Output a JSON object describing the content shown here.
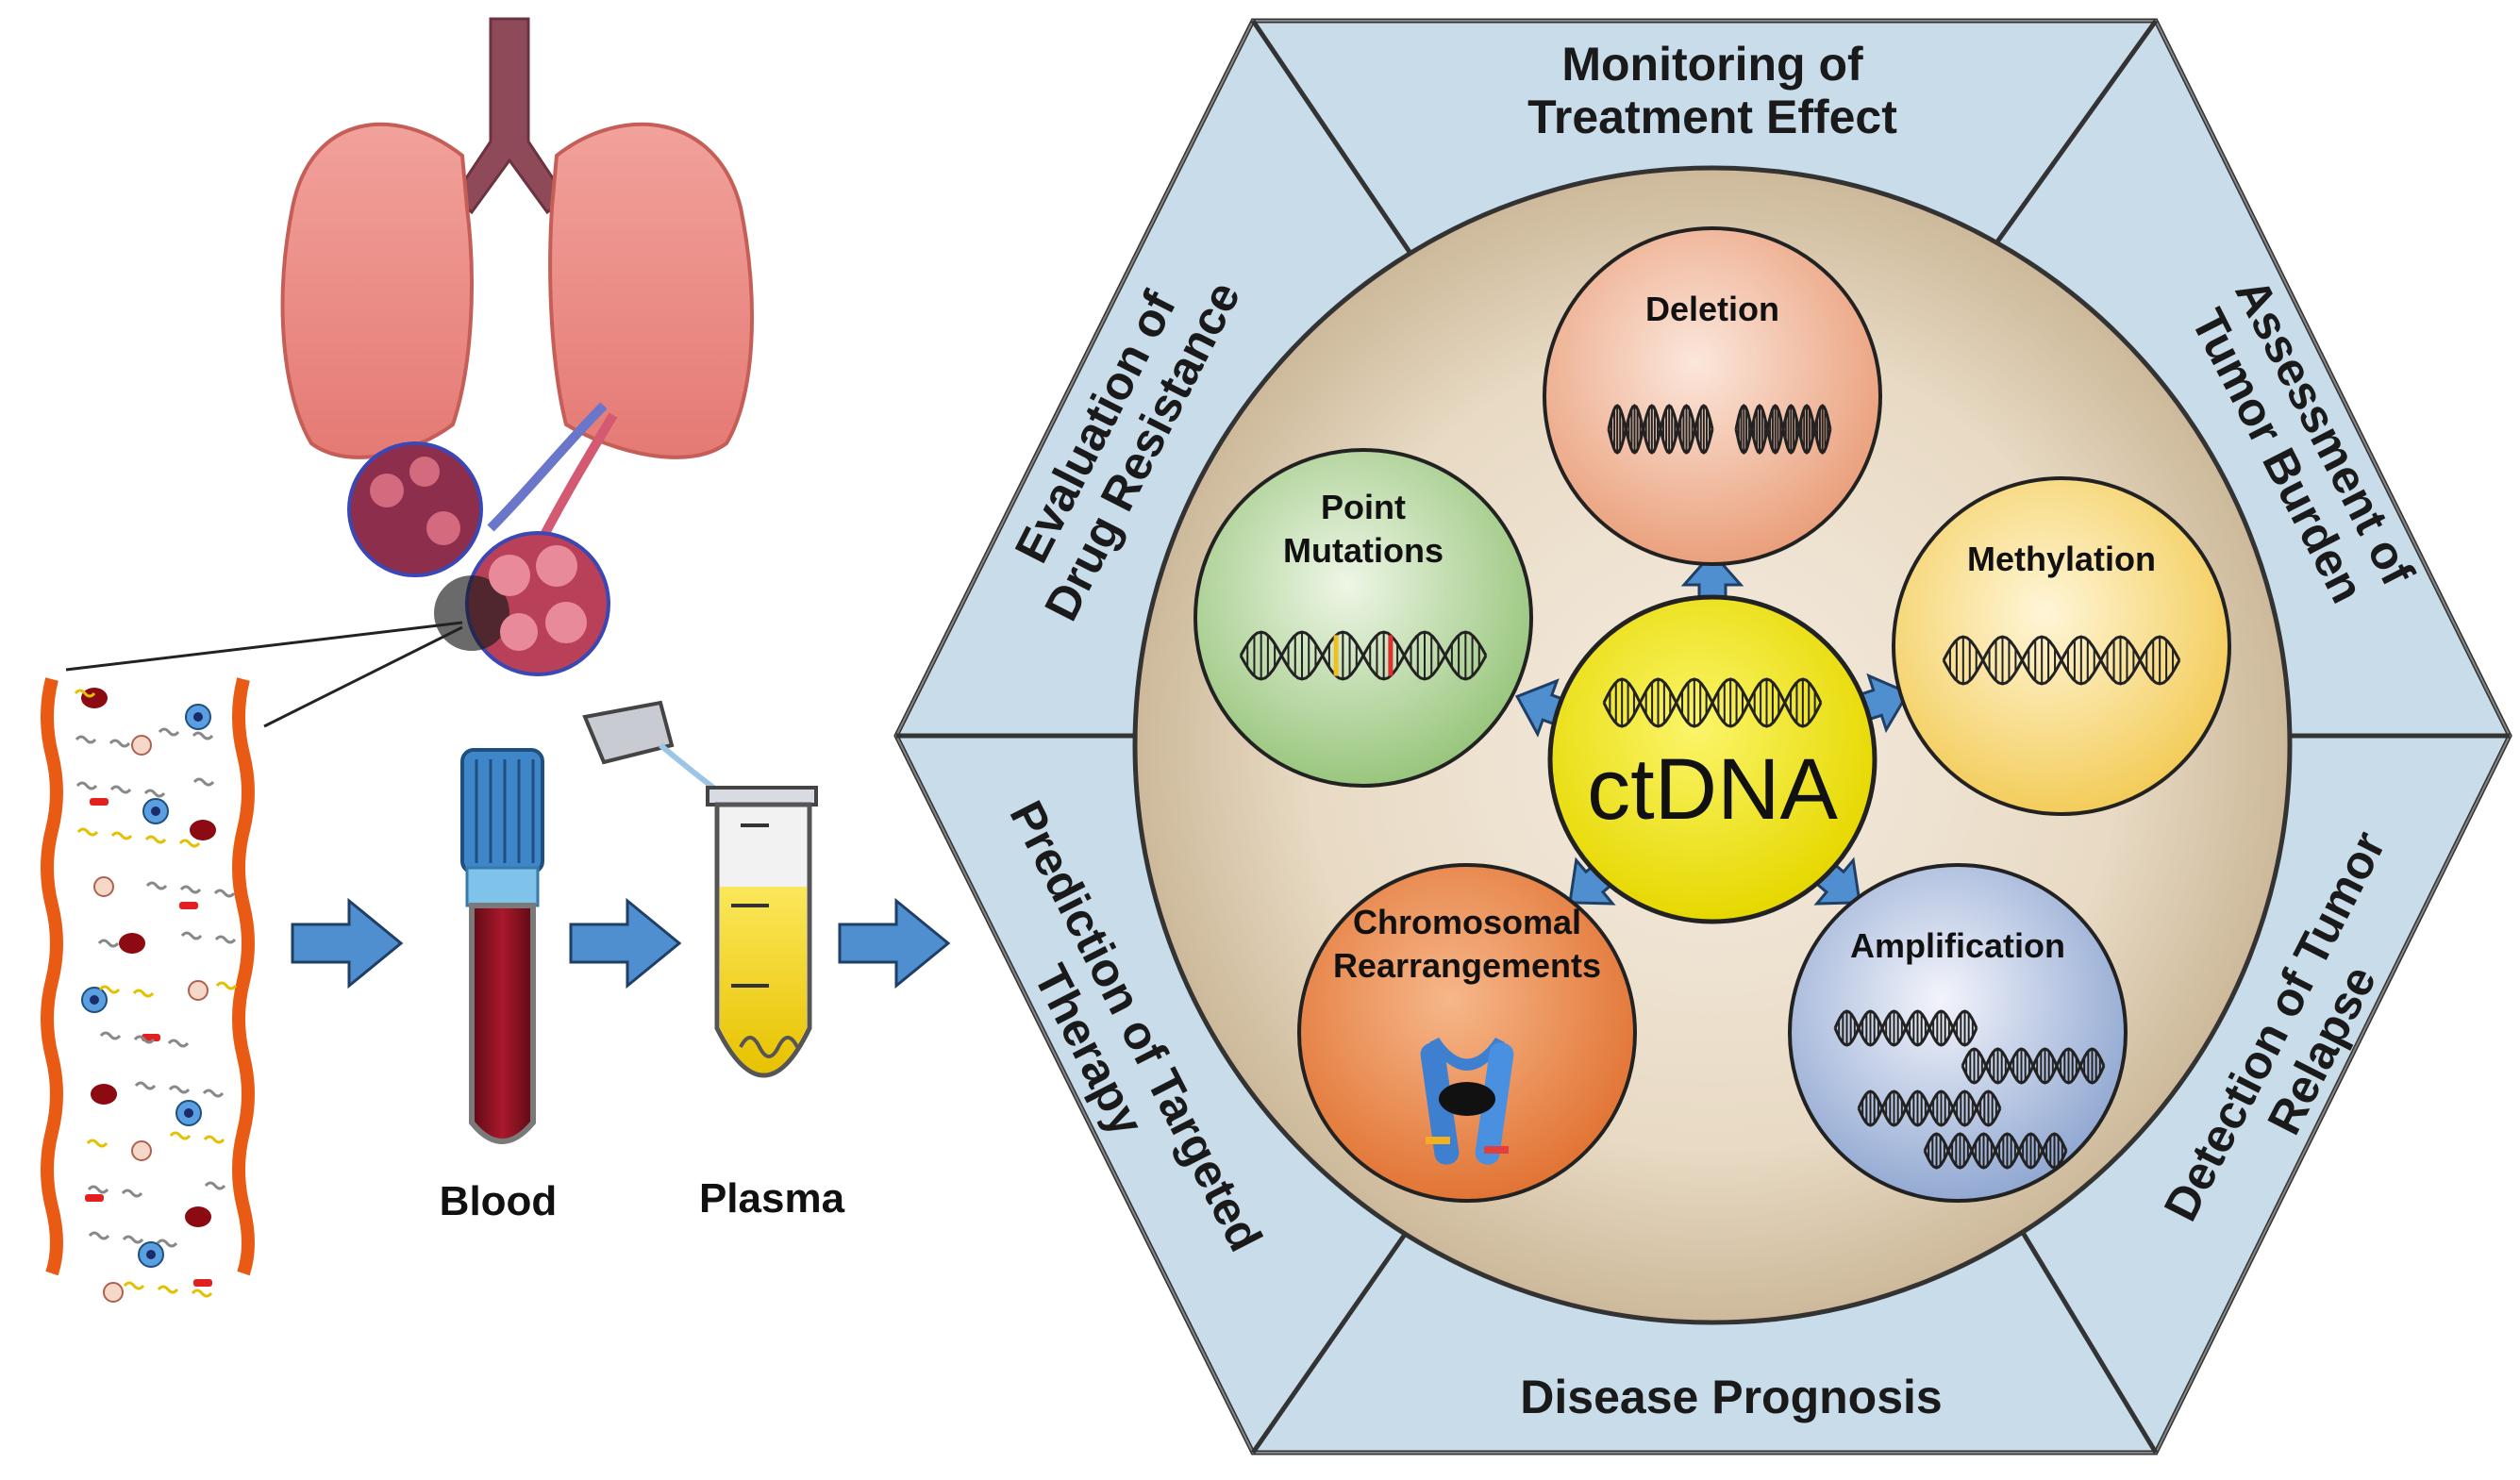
{
  "pipeline": {
    "blood_label": "Blood",
    "plasma_label": "Plasma"
  },
  "center": {
    "label": "ctDNA"
  },
  "alterations": [
    {
      "label_lines": [
        "Deletion"
      ],
      "color": "#f3b99a"
    },
    {
      "label_lines": [
        "Methylation"
      ],
      "color": "#f7d774"
    },
    {
      "label_lines": [
        "Amplification"
      ],
      "color": "#9db3d8"
    },
    {
      "label_lines": [
        "Chromosomal",
        "Rearrangements"
      ],
      "color": "#ec8a4e"
    },
    {
      "label_lines": [
        "Point",
        "Mutations"
      ],
      "color": "#a8cf8e"
    }
  ],
  "applications": [
    {
      "label_lines": [
        "Monitoring of",
        "Treatment Effect"
      ]
    },
    {
      "label_lines": [
        "Assessment of",
        "Tumor Burden"
      ]
    },
    {
      "label_lines": [
        "Detection of Tumor",
        "Relapse"
      ]
    },
    {
      "label_lines": [
        "Disease Prognosis"
      ]
    },
    {
      "label_lines": [
        "Prediction of Targeted",
        "Therapy"
      ]
    },
    {
      "label_lines": [
        "Evaluation of",
        "Drug Resistance"
      ]
    }
  ],
  "colors": {
    "hex_fill": "#c9dcea",
    "inner_disc": "#e6d8c2",
    "ctdna_fill": "#f2e600",
    "arrow": "#4f8fcf",
    "blood": "#8b1020",
    "plasma": "#f3d10a",
    "lung": "#ec8a84"
  }
}
